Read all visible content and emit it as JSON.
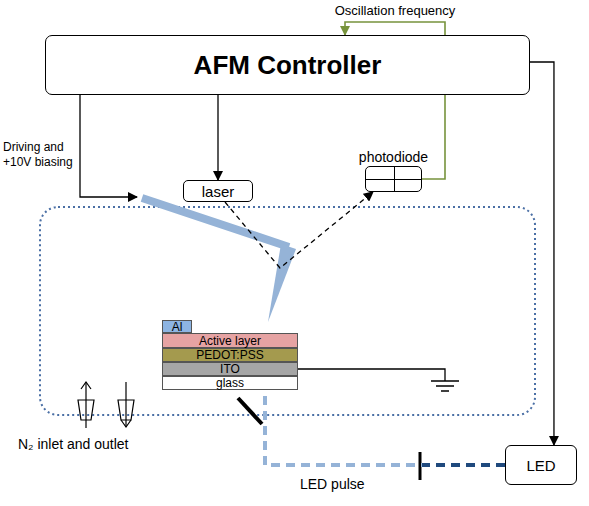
{
  "diagram": {
    "nodes": [
      {
        "text": [
          "AFM Controller"
        ]
      },
      {
        "text": [
          "laser"
        ]
      },
      {
        "text": [
          "photodiode"
        ]
      },
      {
        "text": [
          "Al"
        ]
      },
      {
        "text": [
          "Active layer"
        ]
      },
      {
        "text": [
          "PEDOT:PSS"
        ]
      },
      {
        "text": [
          "ITO"
        ]
      },
      {
        "text": [
          "glass"
        ]
      },
      {
        "text": [
          "LED"
        ]
      }
    ],
    "edges": [
      {
        "from": 0,
        "to": 1,
        "arrow": "to"
      },
      {
        "from": 2,
        "to": 0,
        "label": "Oscillation frequency",
        "arrow": "to"
      },
      {
        "from": 0,
        "to": 8,
        "arrow": "to"
      },
      {
        "from": 1,
        "to": 2,
        "arrow": "to"
      },
      {
        "from": 8,
        "to": 7,
        "arrow": "none"
      }
    ],
    "labels": [
      "Driving and +10V biasing",
      "N₂ inlet and outlet",
      "LED pulse"
    ]
  }
}
